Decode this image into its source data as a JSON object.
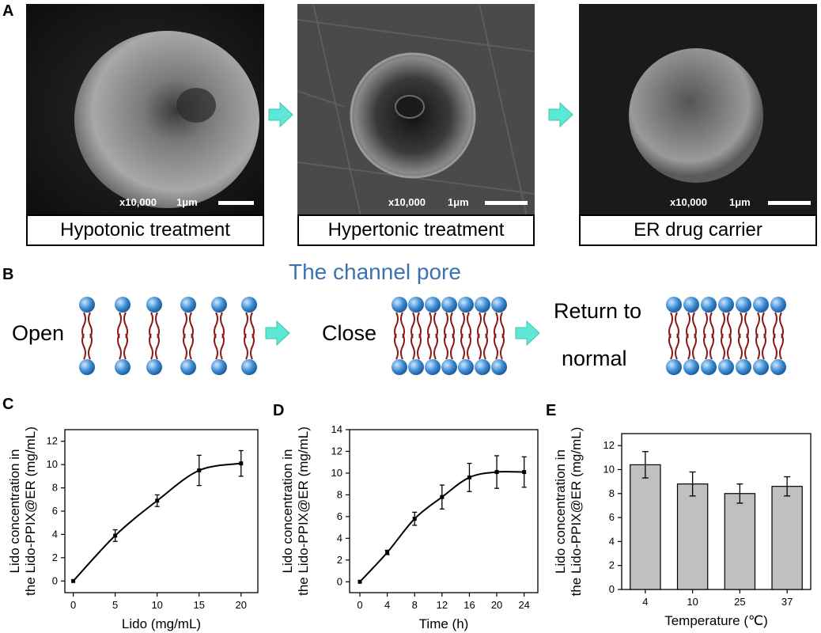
{
  "panel_a": {
    "letter": "A",
    "images": [
      {
        "caption": "Hypotonic treatment",
        "magnification": "x10,000",
        "scale": "1μm"
      },
      {
        "caption": "Hypertonic treatment",
        "magnification": "x10,000",
        "scale": "1μm"
      },
      {
        "caption": "ER drug carrier",
        "magnification": "x10,000",
        "scale": "1μm"
      }
    ]
  },
  "panel_b": {
    "letter": "B",
    "title": "The channel pore",
    "states": [
      "Open",
      "Close",
      "Return to",
      "normal"
    ],
    "colors": {
      "head": "#3f8fd6",
      "tail": "#8b1a1a",
      "arrow": "#5ce8d4"
    }
  },
  "chart_data": [
    {
      "letter": "C",
      "type": "line",
      "xlabel": "Lido (mg/mL)",
      "ylabel": [
        "Lido concentration in",
        "the Lido-PPIX@ER (mg/mL)"
      ],
      "x": [
        0,
        5,
        10,
        15,
        20
      ],
      "y": [
        0,
        3.9,
        6.9,
        9.5,
        10.1
      ],
      "err": [
        0,
        0.5,
        0.5,
        1.3,
        1.1
      ],
      "xticks": [
        0,
        5,
        10,
        15,
        20
      ],
      "yticks": [
        0,
        2,
        4,
        6,
        8,
        10,
        12
      ],
      "xlim": [
        -1,
        22
      ],
      "ylim": [
        -1,
        13
      ]
    },
    {
      "letter": "D",
      "type": "line",
      "xlabel": "Time (h)",
      "ylabel": [
        "Lido concentration in",
        "the Lido-PPIX@ER (mg/mL)"
      ],
      "x": [
        0,
        4,
        8,
        12,
        16,
        20,
        24
      ],
      "y": [
        0,
        2.7,
        5.8,
        7.8,
        9.6,
        10.1,
        10.1
      ],
      "err": [
        0,
        0.2,
        0.6,
        1.1,
        1.3,
        1.5,
        1.4
      ],
      "xticks": [
        0,
        4,
        8,
        12,
        16,
        20,
        24
      ],
      "yticks": [
        0,
        2,
        4,
        6,
        8,
        10,
        12,
        14
      ],
      "xlim": [
        -1.5,
        26
      ],
      "ylim": [
        -1,
        14
      ]
    },
    {
      "letter": "E",
      "type": "bar",
      "xlabel": "Temperature (℃)",
      "ylabel": [
        "Lido concentration in",
        "the Lido-PPIX@ER (mg/mL)"
      ],
      "categories": [
        "4",
        "10",
        "25",
        "37"
      ],
      "values": [
        10.4,
        8.8,
        8.0,
        8.6
      ],
      "err": [
        1.1,
        1.0,
        0.8,
        0.8
      ],
      "yticks": [
        0,
        2,
        4,
        6,
        8,
        10,
        12
      ],
      "ylim": [
        0,
        13
      ],
      "bar_color": "#c0c0c0"
    }
  ]
}
